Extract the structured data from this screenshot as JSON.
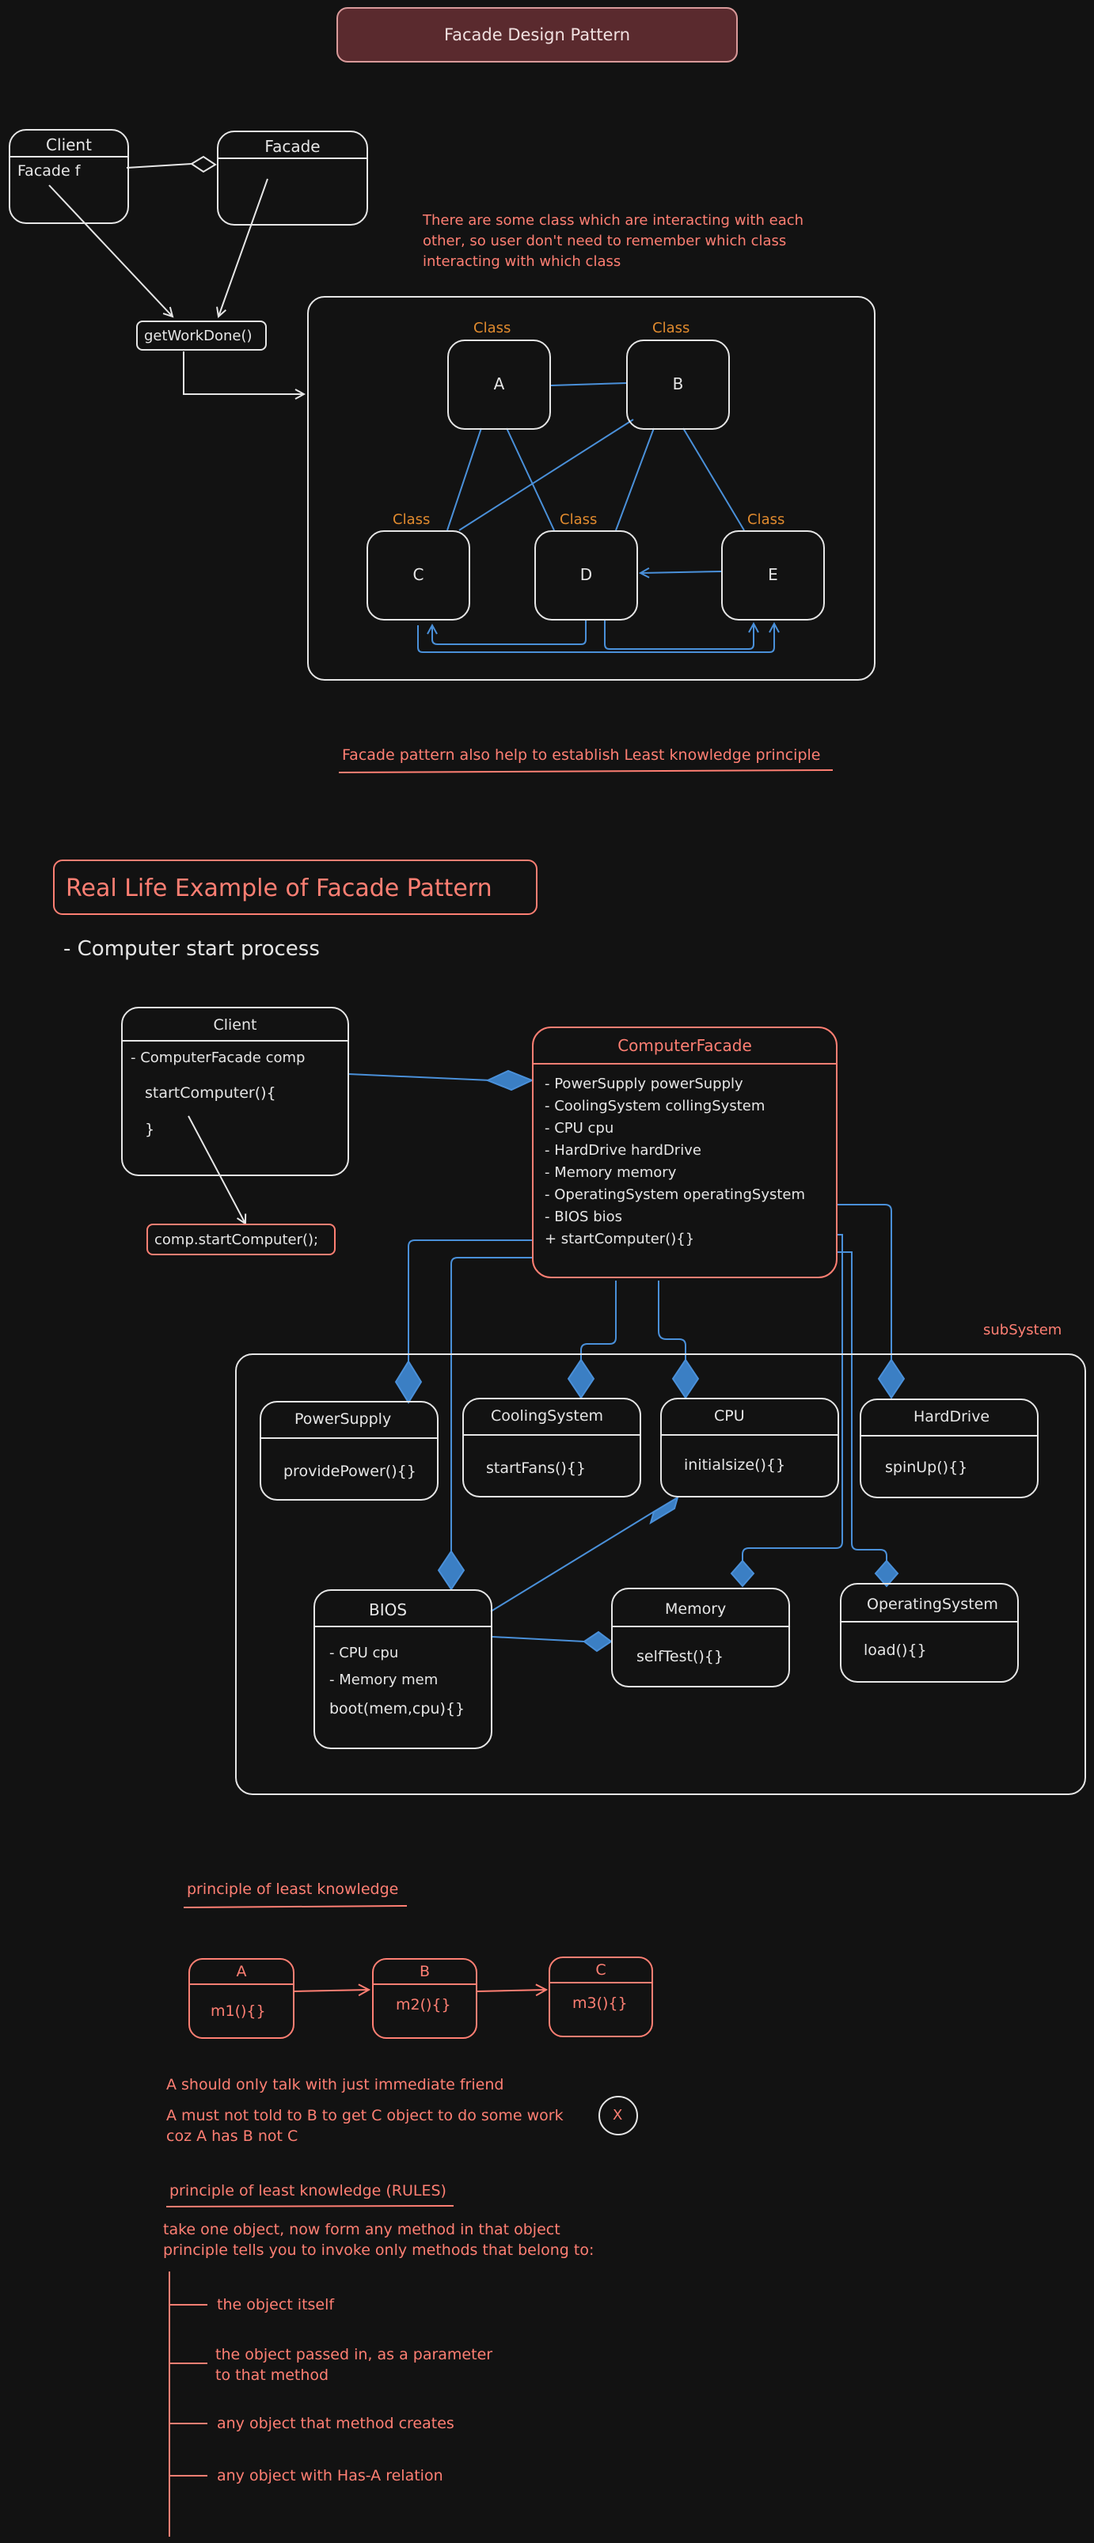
{
  "title": "Facade Design Pattern",
  "top_diagram": {
    "client": {
      "name": "Client",
      "field": "Facade f"
    },
    "facade": {
      "name": "Facade"
    },
    "method": "getWorkDone()",
    "note": [
      "There are some class which are interacting with each",
      "other, so user don't need to remember which class",
      "interacting with which class"
    ],
    "class_stereotype": "Class",
    "classes": [
      "A",
      "B",
      "C",
      "D",
      "E"
    ],
    "least_knowledge_note": "Facade pattern also help to establish Least knowledge principle"
  },
  "example": {
    "heading": "Real Life Example of Facade Pattern",
    "subheading": "- Computer start process",
    "client": {
      "name": "Client",
      "field": "- ComputerFacade comp",
      "method": "startComputer(){",
      "close": "}",
      "call": "comp.startComputer();"
    },
    "facade": {
      "name": "ComputerFacade",
      "members": [
        "- PowerSupply powerSupply",
        "- CoolingSystem collingSystem",
        "- CPU cpu",
        "- HardDrive hardDrive",
        "- Memory memory",
        "- OperatingSystem operatingSystem",
        "- BIOS bios",
        "+ startComputer(){}"
      ]
    },
    "subsystem_label": "subSystem",
    "subsystems": {
      "powersupply": {
        "name": "PowerSupply",
        "method": "providePower(){}"
      },
      "cooling": {
        "name": "CoolingSystem",
        "method": "startFans(){}"
      },
      "cpu": {
        "name": "CPU",
        "method": "initialsize(){}"
      },
      "harddrive": {
        "name": "HardDrive",
        "method": "spinUp(){}"
      },
      "bios": {
        "name": "BIOS",
        "members": [
          "- CPU cpu",
          "- Memory mem"
        ],
        "method": "boot(mem,cpu){}"
      },
      "memory": {
        "name": "Memory",
        "method": "selfTest(){}"
      },
      "os": {
        "name": "OperatingSystem",
        "method": "load(){}"
      }
    }
  },
  "principle": {
    "heading": "principle of least knowledge",
    "boxes": [
      {
        "name": "A",
        "method": "m1(){}"
      },
      {
        "name": "B",
        "method": "m2(){}"
      },
      {
        "name": "C",
        "method": "m3(){}"
      }
    ],
    "line1": "A should only talk with just immediate friend",
    "line2": "A must not told to B to get C object to do some work",
    "line3": "coz A has B not C",
    "cross": "X",
    "rules_heading": "principle of least knowledge (RULES)",
    "rules_intro": [
      "take one object, now form any method in that object",
      "principle tells you to invoke only methods that belong to:"
    ],
    "rules": [
      [
        "the object itself"
      ],
      [
        "the object passed in, as a parameter",
        "to that method"
      ],
      [
        "any object that method creates"
      ],
      [
        "any object with Has-A relation"
      ]
    ]
  },
  "colors": {
    "background": "#121212",
    "stroke": "#e6e6e6",
    "accent_red": "#ff7f73",
    "accent_orange": "#e08a2e",
    "link_blue": "#4a90d9",
    "title_fill": "#5a2a2e"
  }
}
